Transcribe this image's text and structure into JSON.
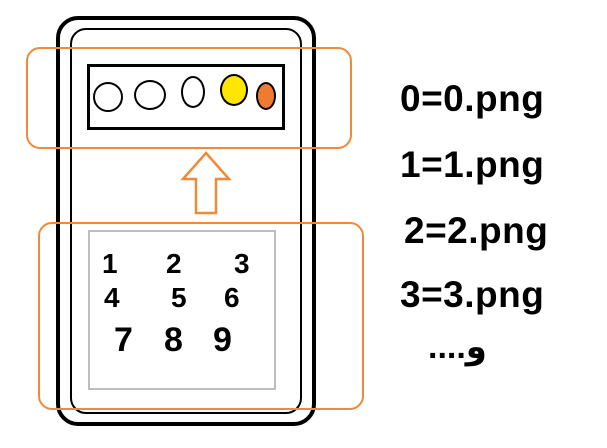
{
  "colors": {
    "highlight": "#f08a3a",
    "led_yellow": "#ffe600",
    "led_orange": "#f07a30",
    "keypad_border": "#bdbdbd"
  },
  "keypad": {
    "keys": [
      "1",
      "2",
      "3",
      "4",
      "5",
      "6",
      "7",
      "8",
      "9"
    ]
  },
  "mapping": {
    "lines": [
      "0=0.png",
      "1=1.png",
      "2=2.png",
      "3=3.png"
    ],
    "etc": "....و"
  }
}
